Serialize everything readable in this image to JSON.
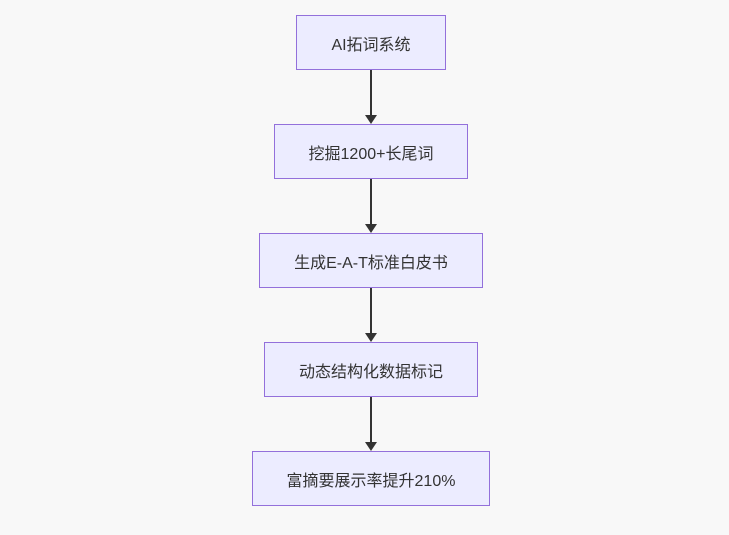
{
  "flowchart": {
    "type": "flowchart",
    "direction": "top-down",
    "nodes": [
      {
        "id": "step-1",
        "label": "AI拓词系统"
      },
      {
        "id": "step-2",
        "label": "挖掘1200+长尾词"
      },
      {
        "id": "step-3",
        "label": "生成E-A-T标准白皮书"
      },
      {
        "id": "step-4",
        "label": "动态结构化数据标记"
      },
      {
        "id": "step-5",
        "label": "富摘要展示率提升210%"
      }
    ],
    "edges": [
      {
        "from": "step-1",
        "to": "step-2"
      },
      {
        "from": "step-2",
        "to": "step-3"
      },
      {
        "from": "step-3",
        "to": "step-4"
      },
      {
        "from": "step-4",
        "to": "step-5"
      }
    ],
    "colors": {
      "background": "#f8f8f8",
      "node_fill": "#ECECFF",
      "node_border": "#9370DB",
      "node_text": "#333333",
      "arrow": "#333333"
    }
  }
}
